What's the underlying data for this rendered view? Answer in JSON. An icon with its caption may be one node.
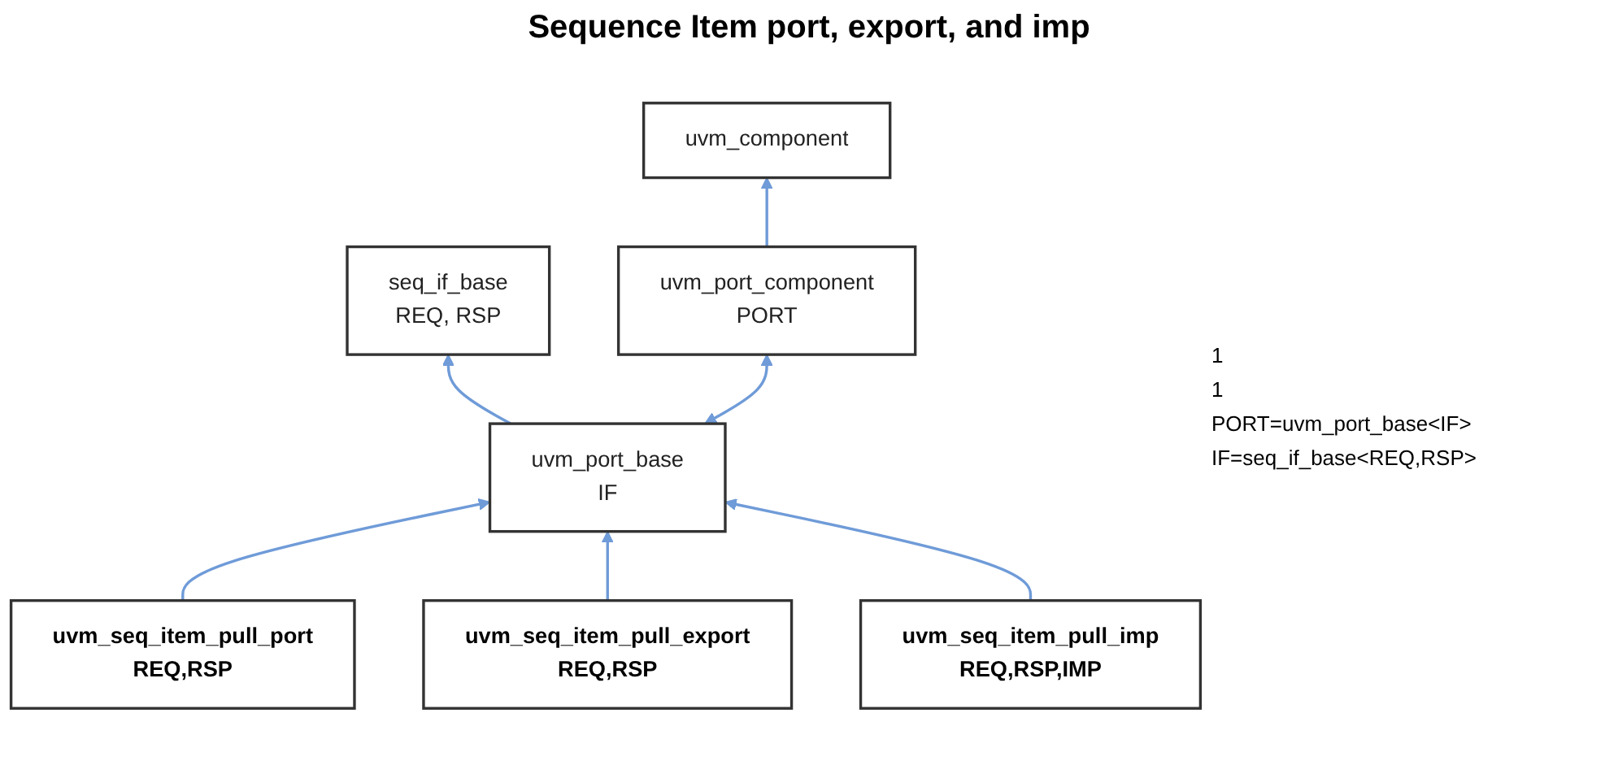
{
  "diagram": {
    "title": "Sequence Item port, export, and imp",
    "nodes": [
      {
        "text": [
          "seq_if_base",
          "REQ, RSP"
        ]
      },
      {
        "text": [
          "uvm_component"
        ]
      },
      {
        "text": [
          "uvm_port_base",
          "IF"
        ]
      },
      {
        "text": [
          "uvm_port_component",
          "PORT"
        ]
      },
      {
        "text": [
          "uvm_seq_item_pull_port",
          "REQ,RSP"
        ]
      },
      {
        "text": [
          "uvm_seq_item_pull_export",
          "REQ,RSP"
        ]
      },
      {
        "text": [
          "uvm_seq_item_pull_imp",
          "REQ,RSP,IMP"
        ]
      }
    ],
    "edges": [
      {
        "from": 2,
        "to": 0,
        "arrow": "to"
      },
      {
        "from": 3,
        "to": 1,
        "arrow": "to"
      },
      {
        "from": 2,
        "to": 3,
        "arrow": "both"
      },
      {
        "from": 4,
        "to": 2,
        "arrow": "to"
      },
      {
        "from": 5,
        "to": 2,
        "arrow": "to"
      },
      {
        "from": 6,
        "to": 2,
        "arrow": "to"
      }
    ],
    "labels": [
      "1",
      "1",
      "PORT=uvm_port_base<IF>",
      "IF=seq_if_base<REQ,RSP>"
    ]
  }
}
